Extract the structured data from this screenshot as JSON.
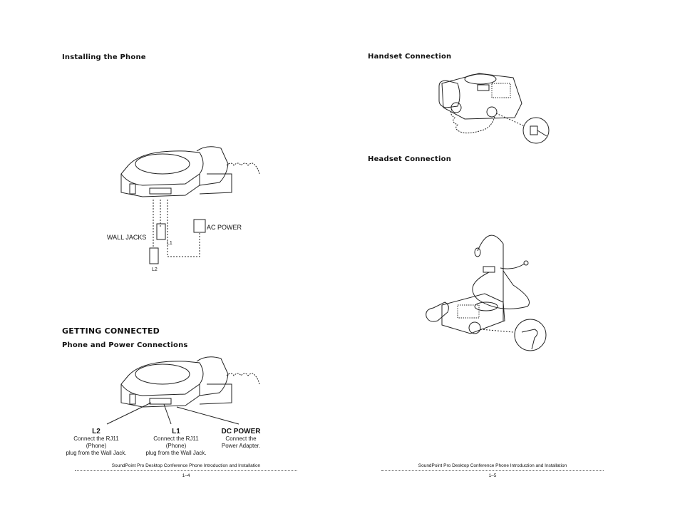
{
  "left_page": {
    "heading_installing": "Installing the Phone",
    "install_figure": {
      "wall_jacks": "WALL JACKS",
      "ac_power": "AC POWER",
      "l1": "L1",
      "l2": "L2"
    },
    "heading_getting_connected": "GETTING CONNECTED",
    "heading_phone_power": "Phone and Power Connections",
    "connection_labels": [
      {
        "title": "L2",
        "desc_line1": "Connect the RJ11 (Phone)",
        "desc_line2": "plug from the Wall Jack."
      },
      {
        "title": "L1",
        "desc_line1": "Connect the RJ11 (Phone)",
        "desc_line2": "plug from the Wall Jack."
      },
      {
        "title": "DC POWER",
        "desc_line1": "Connect the",
        "desc_line2": "Power Adapter."
      }
    ],
    "footer": "SoundPoint Pro Desktop Conference Phone Introduction and Installation",
    "page_number": "1–4"
  },
  "right_page": {
    "heading_handset": "Handset Connection",
    "heading_headset": "Headset Connection",
    "footer": "SoundPoint Pro Desktop Conference Phone Introduction and Installation",
    "page_number": "1–5"
  }
}
